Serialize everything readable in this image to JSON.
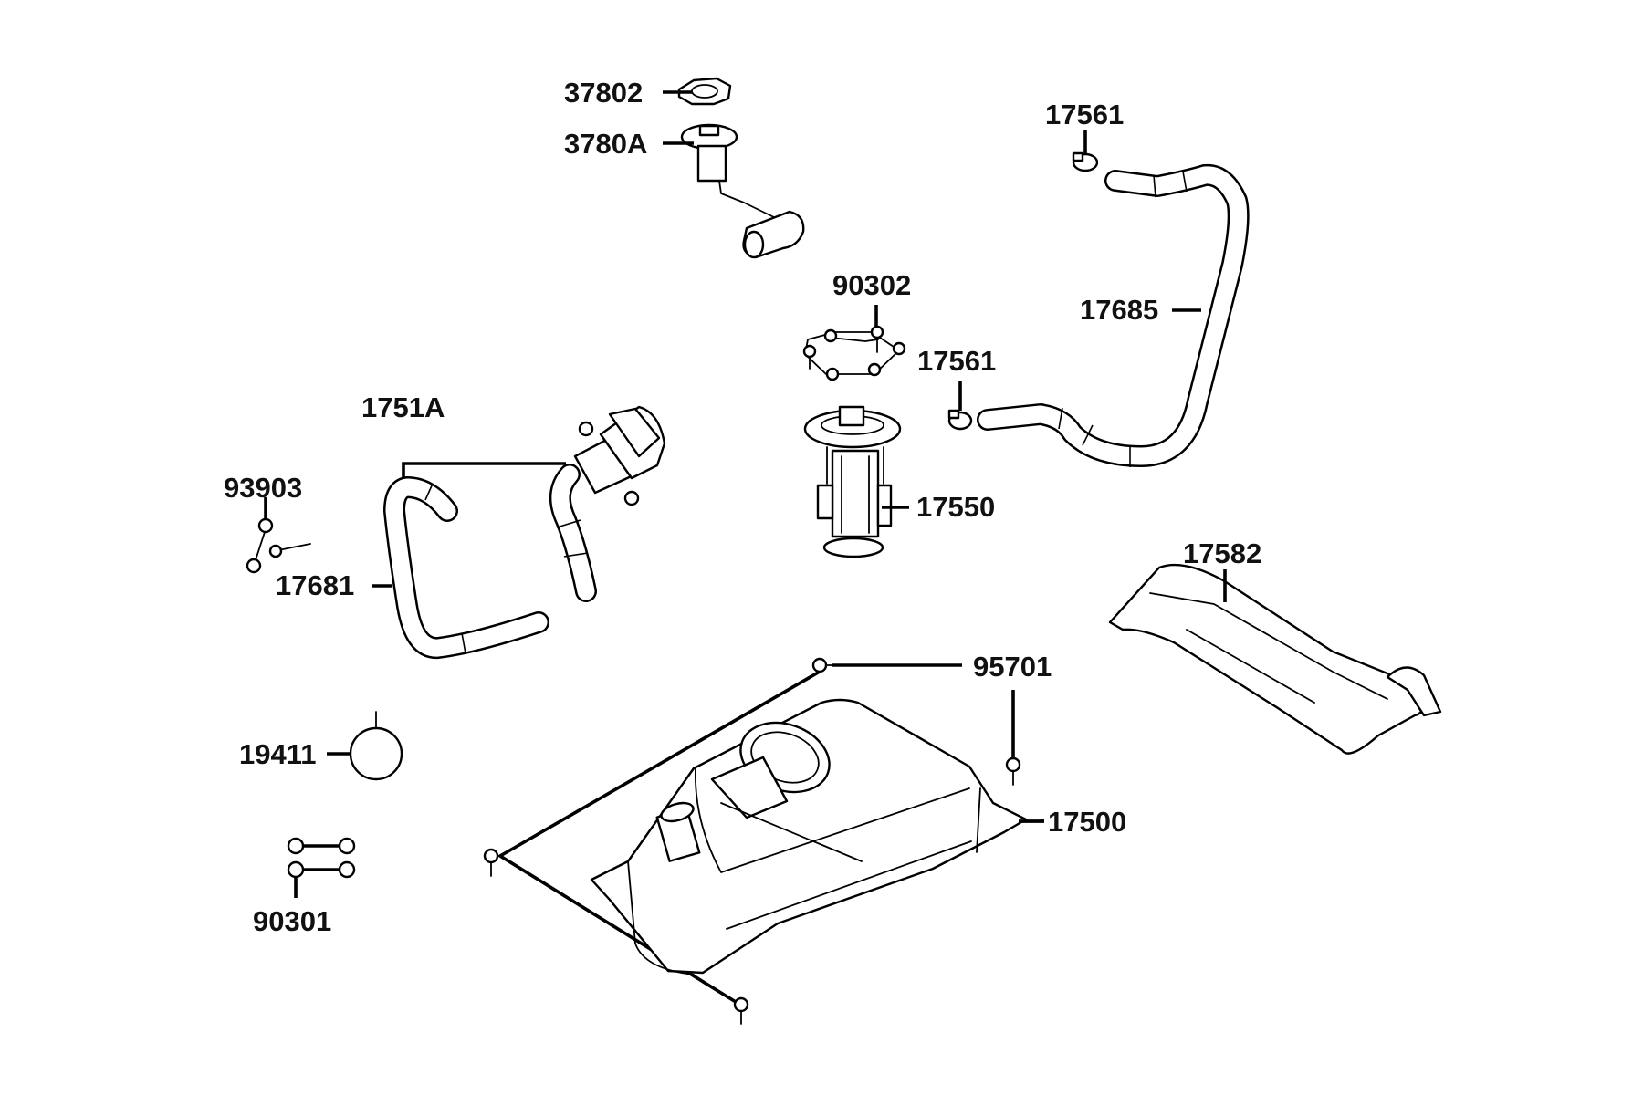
{
  "diagram": {
    "parts": [
      {
        "id": "p37802",
        "number": "37802"
      },
      {
        "id": "p3780A",
        "number": "3780A"
      },
      {
        "id": "p17561a",
        "number": "17561"
      },
      {
        "id": "p17685",
        "number": "17685"
      },
      {
        "id": "p90302",
        "number": "90302"
      },
      {
        "id": "p17561b",
        "number": "17561"
      },
      {
        "id": "p1751A",
        "number": "1751A"
      },
      {
        "id": "p93903",
        "number": "93903"
      },
      {
        "id": "p17550",
        "number": "17550"
      },
      {
        "id": "p17681",
        "number": "17681"
      },
      {
        "id": "p17582",
        "number": "17582"
      },
      {
        "id": "p95701",
        "number": "95701"
      },
      {
        "id": "p19411",
        "number": "19411"
      },
      {
        "id": "p17500",
        "number": "17500"
      },
      {
        "id": "p90301",
        "number": "90301"
      }
    ]
  }
}
